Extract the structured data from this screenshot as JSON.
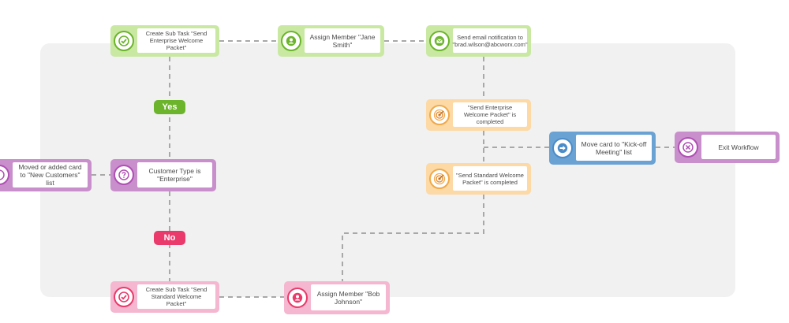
{
  "nodes": {
    "create_enterprise": {
      "label": "Create Sub Task \"Send Enterprise Welcome Packet\""
    },
    "assign_jane": {
      "label": "Assign Member \"Jane Smith\""
    },
    "send_email": {
      "label": "Send email notification to \"brad.wilson@abcworx.com\""
    },
    "enterprise_completed": {
      "label": "\"Send Enterprise Welcome Packet\" is completed"
    },
    "standard_completed": {
      "label": "\"Send Standard Welcome Packet\" is completed"
    },
    "move_card": {
      "label": "Move card to \"Kick-off Meeting\" list"
    },
    "exit_workflow": {
      "label": "Exit Workflow"
    },
    "moved_card": {
      "label": "Moved or added card to \"New Customers\" list"
    },
    "customer_type": {
      "label": "Customer Type is \"Enterprise\""
    },
    "create_standard": {
      "label": "Create Sub Task \"Send Standard Welcome Packet\""
    },
    "assign_bob": {
      "label": "Assign Member \"Bob Johnson\""
    }
  },
  "branches": {
    "yes": "Yes",
    "no": "No"
  },
  "colors": {
    "action_green": "#c9e9a3",
    "condition_purple": "#c98fcc",
    "trigger_orange": "#fcd9a5",
    "move_blue": "#6aa2d3",
    "action_pink": "#f5b6cf",
    "yes_green": "#6cb42c",
    "no_pink": "#e93a6b"
  },
  "icons": {
    "create_enterprise": "check-circle-icon",
    "assign_jane": "user-icon",
    "send_email": "envelope-icon",
    "enterprise_completed": "target-icon",
    "standard_completed": "target-icon",
    "move_card": "arrow-right-icon",
    "exit_workflow": "close-icon",
    "moved_card": "trigger-icon",
    "customer_type": "question-icon",
    "create_standard": "check-circle-icon",
    "assign_bob": "user-icon"
  }
}
